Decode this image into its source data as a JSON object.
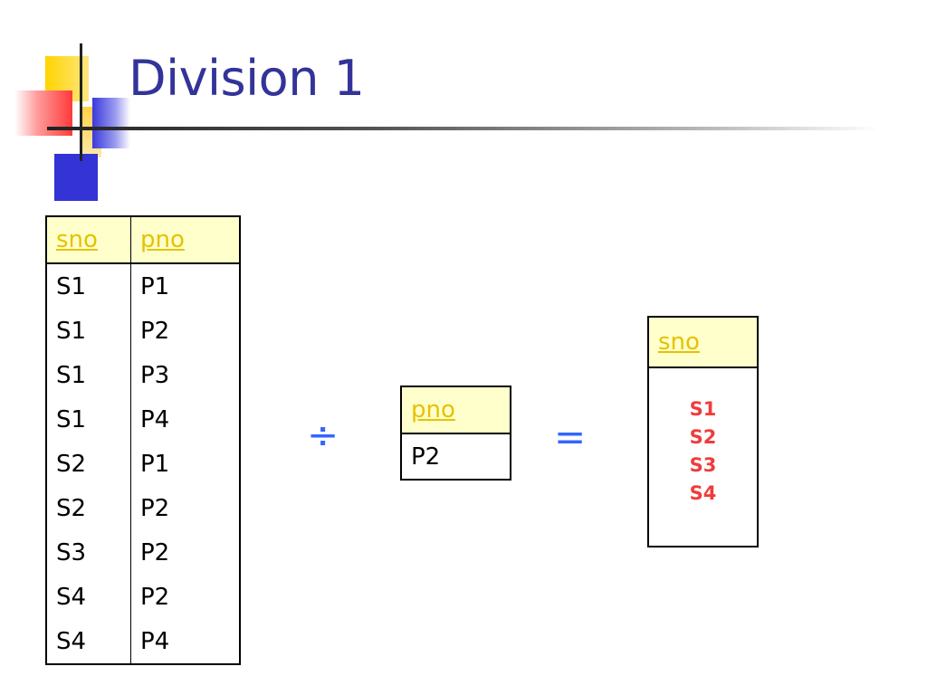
{
  "slide": {
    "title": "Division 1"
  },
  "left_table": {
    "headers": [
      "sno",
      "pno"
    ],
    "rows": [
      [
        "S1",
        "P1"
      ],
      [
        "S1",
        "P2"
      ],
      [
        "S1",
        "P3"
      ],
      [
        "S1",
        "P4"
      ],
      [
        "S2",
        "P1"
      ],
      [
        "S2",
        "P2"
      ],
      [
        "S3",
        "P2"
      ],
      [
        "S4",
        "P2"
      ],
      [
        "S4",
        "P4"
      ]
    ]
  },
  "operators": {
    "division": "÷",
    "equals": "="
  },
  "divisor_table": {
    "headers": [
      "pno"
    ],
    "rows": [
      [
        "P2"
      ]
    ]
  },
  "result_table": {
    "header": "sno",
    "values": [
      "S1",
      "S2",
      "S3",
      "S4"
    ]
  },
  "colors": {
    "title": "#333399",
    "header_text": "#e6c200",
    "header_bg": "#ffffcc",
    "operator": "#3366ff",
    "result_text": "#f03c3c"
  }
}
